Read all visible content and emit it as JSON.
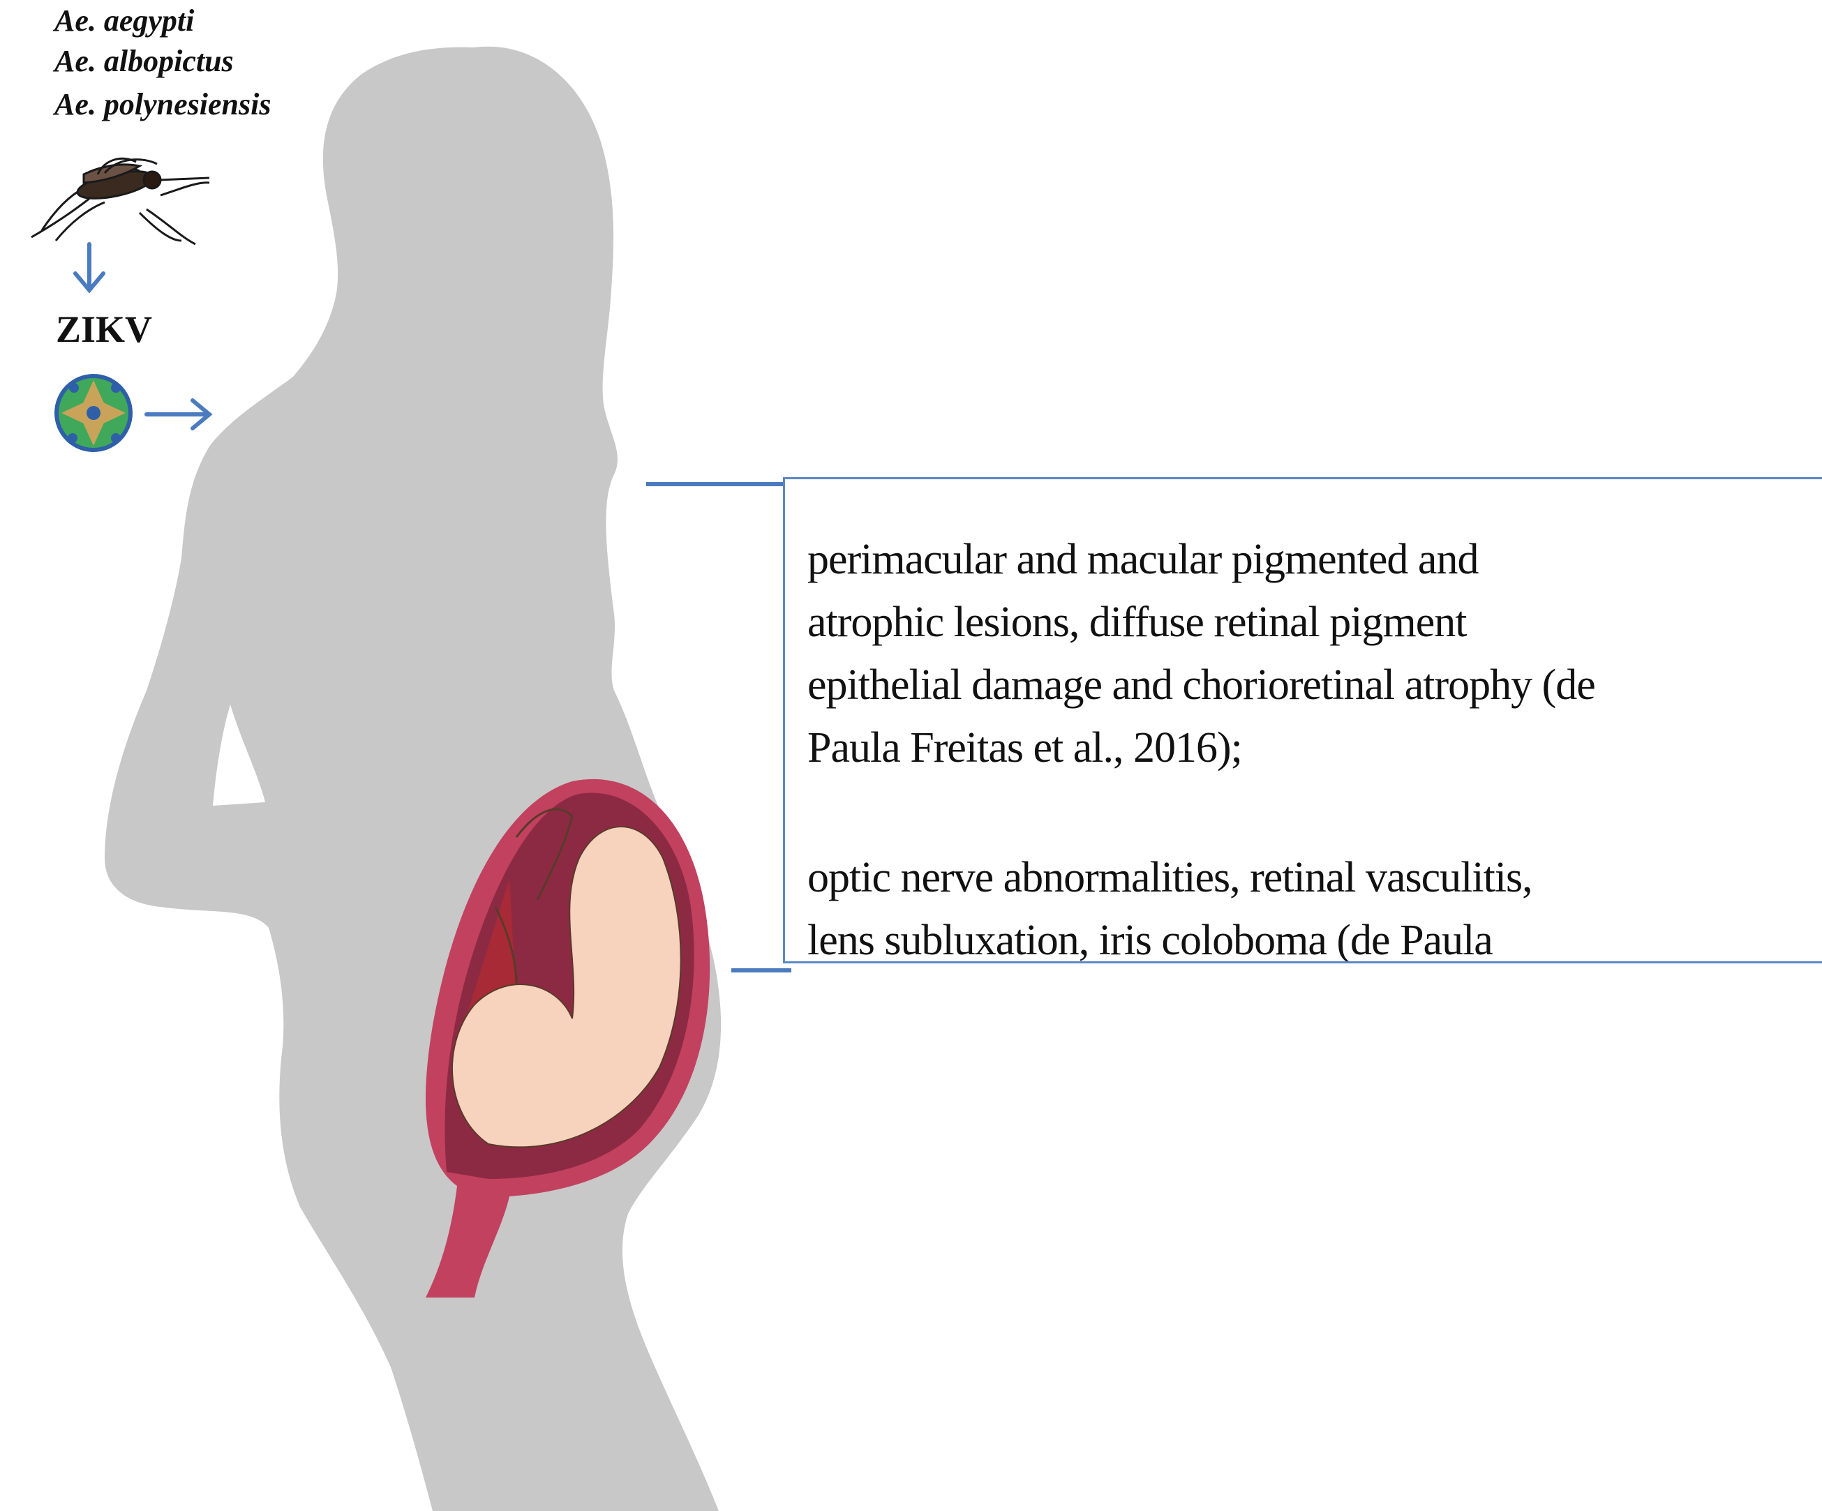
{
  "mosquito_species": [
    "Ae. aegypti",
    "Ae. albopictus",
    "Ae. polynesiensis"
  ],
  "virus_label": "ZIKV",
  "findings_text": {
    "finding_1": "perimacular and macular pigmented and atrophic lesions, diffuse retinal pigment epithelial damage and chorioretinal atrophy (de Paula Freitas et al., 2016);",
    "finding_2": "optic nerve abnormalities, retinal vasculitis, lens subluxation, iris coloboma (de Paula"
  },
  "colors": {
    "silhouette": "#c8c8c8",
    "arrow": "#4a7bbf",
    "box_border": "#5b87c5",
    "uterus": "#c2415f",
    "fetus_skin": "#f7d2bd",
    "eye_sclera": "#f0623a"
  },
  "icons": [
    "mosquito-icon",
    "virus-particle-icon",
    "fetus-in-uterus-icon",
    "eye-anatomy-icon"
  ]
}
